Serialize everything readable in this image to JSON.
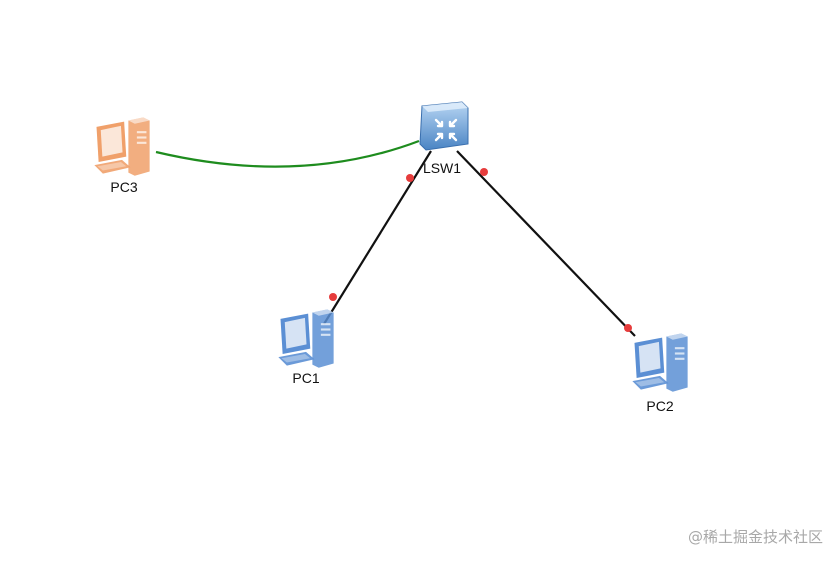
{
  "topology": {
    "nodes": [
      {
        "id": "LSW1",
        "label": "LSW1",
        "type": "switch",
        "icon": "switch-icon"
      },
      {
        "id": "PC1",
        "label": "PC1",
        "type": "pc",
        "icon": "pc-icon"
      },
      {
        "id": "PC2",
        "label": "PC2",
        "type": "pc",
        "icon": "pc-icon"
      },
      {
        "id": "PC3",
        "label": "PC3",
        "type": "pc",
        "icon": "pc-icon",
        "highlighted": true
      }
    ],
    "links": [
      {
        "from": "LSW1",
        "to": "PC1",
        "status": "down"
      },
      {
        "from": "LSW1",
        "to": "PC2",
        "status": "down"
      },
      {
        "from": "LSW1",
        "to": "PC3",
        "status": "up"
      }
    ],
    "colors": {
      "link_down": "#111111",
      "link_up": "#1e8c1e",
      "port_down": "#e63c3c",
      "pc_normal": "#5b8fd4",
      "pc_highlight": "#f0a06a",
      "switch": "#6fa6dc"
    }
  },
  "watermark": "@稀土掘金技术社区"
}
